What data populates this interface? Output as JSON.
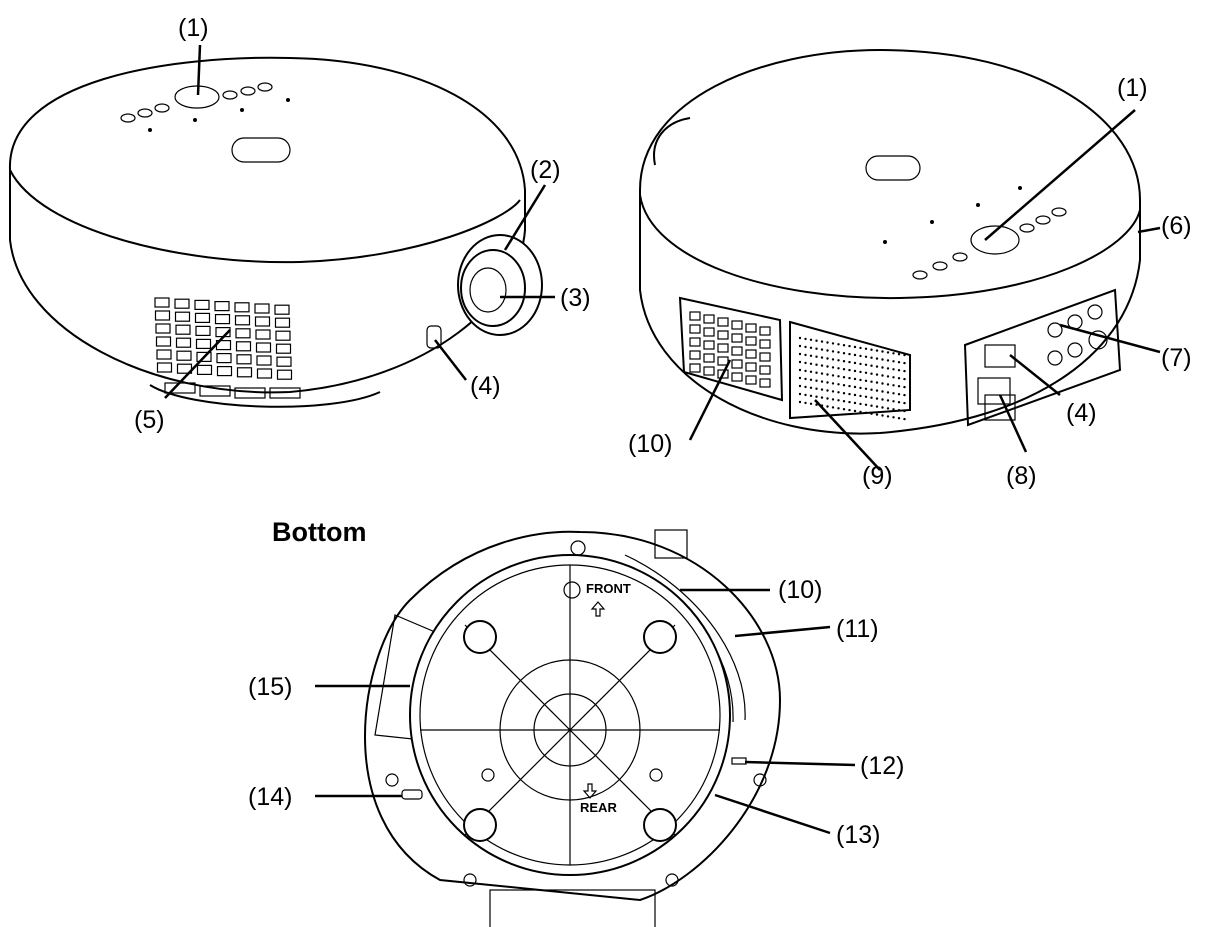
{
  "section_label": "Bottom",
  "front_marking": "FRONT",
  "rear_marking": "REAR",
  "callouts": {
    "front_top_button_panel": "(1)",
    "lens_zoom_ring": "(2)",
    "lens": "(3)",
    "front_sensor": "(4)",
    "front_vent": "(5)",
    "rear_top_button_panel": "(1)",
    "rear_edge": "(6)",
    "rear_input_terminals": "(7)",
    "rear_power_inlet": "(8)",
    "rear_speaker_grille": "(9)",
    "rear_vent": "(10)",
    "rear_sensor": "(4)",
    "bottom_vent": "(10)",
    "bottom_intake_vent": "(11)",
    "bottom_lock_slot": "(12)",
    "bottom_stand_ring": "(13)",
    "bottom_security_slot": "(14)",
    "bottom_lamp_cover": "(15)"
  }
}
